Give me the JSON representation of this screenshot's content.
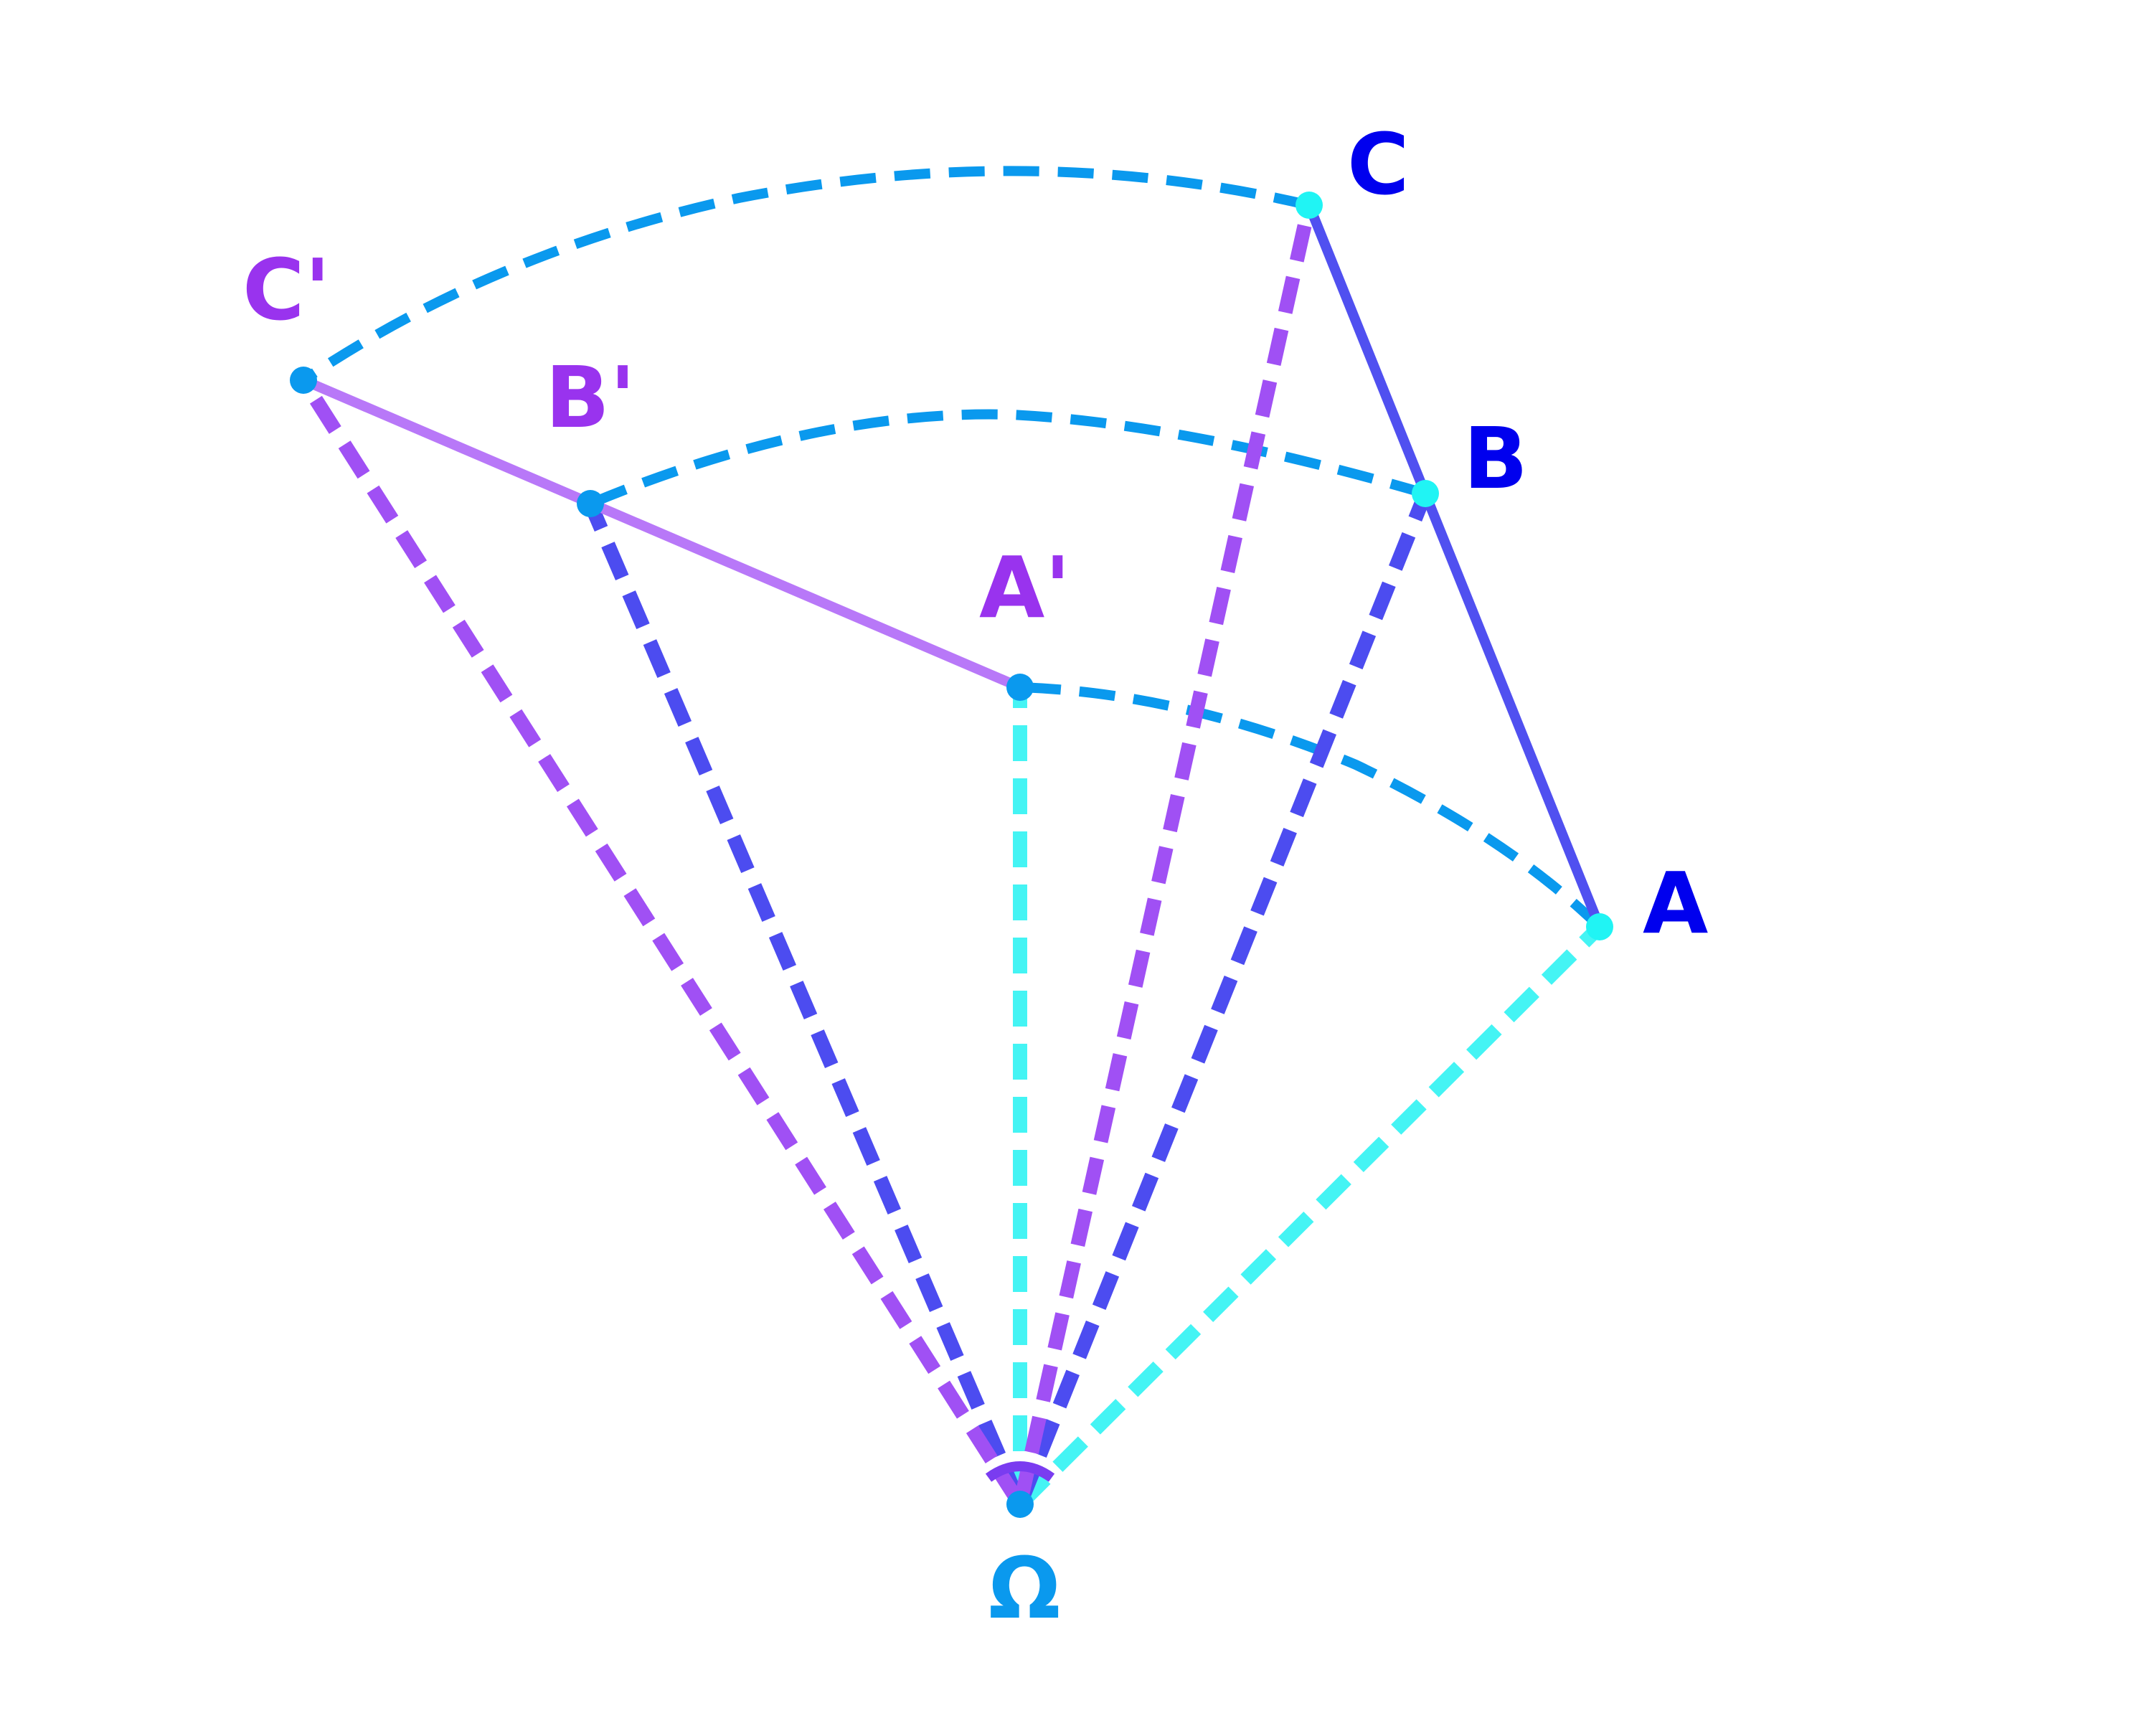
{
  "labels": {
    "A": "A",
    "B": "B",
    "C": "C",
    "A_prime": "A'",
    "B_prime": "B'",
    "C_prime": "C'",
    "center": "Ω"
  },
  "colors": {
    "original_label": "#0000EE",
    "image_label": "#9933EE",
    "center_label": "#0A99EE",
    "original_side": "#5050F0",
    "image_side": "#B878F8",
    "arc": "#0A99EE",
    "ray_A": "#44F4F4",
    "ray_B": "#4C4CF0",
    "ray_C": "#A050F4",
    "point_original": "#20F4F4",
    "point_image": "#0A99EE"
  }
}
